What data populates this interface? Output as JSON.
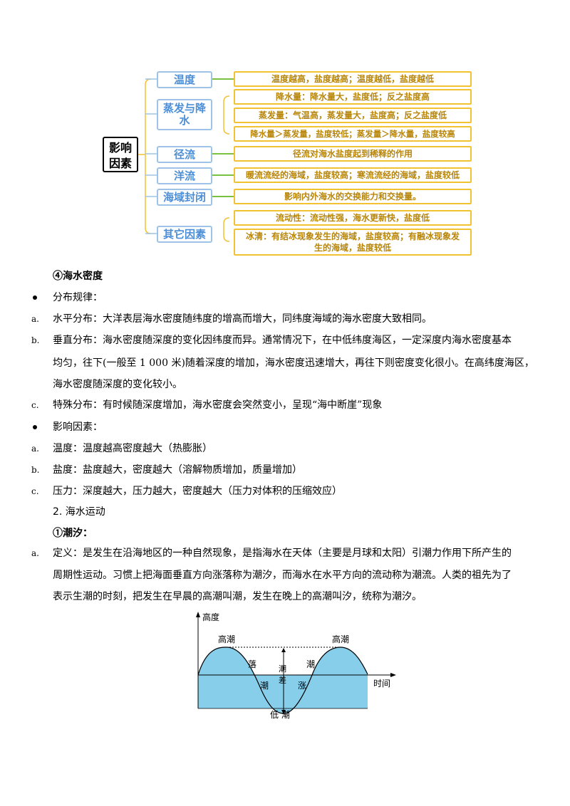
{
  "mindmap": {
    "root": "影响\n因素",
    "categories": [
      {
        "label": "温度"
      },
      {
        "label": "蒸发与降\n水"
      },
      {
        "label": "径流"
      },
      {
        "label": "洋流"
      },
      {
        "label": "海域封闭"
      },
      {
        "label": "其它因素"
      }
    ],
    "leaves": [
      "温度越高，盐度越高；温度越低，盐度越低",
      "降水量：降水量大，盐度低；反之盐度高",
      "蒸发量：气温高，蒸发量大，盐度高；反之盐度低",
      "降水量＞蒸发量，盐度较低；蒸发量＞降水量，盐度较高",
      "径流对海水盐度起到稀释的作用",
      "暖流流经的海域，盐度较高；寒流流经的海域，盐度较低",
      "影响内外海水的交换能力和交换量。",
      "流动性：流动性强，海水更新快，盐度低",
      "冰清：有结冰现象发生的海域，盐度较高；有融冰现象发\n生的海域，盐度较低"
    ]
  },
  "section_density": {
    "heading": "④海水密度",
    "dist_title": "分布规律：",
    "a_marker": "a.",
    "a_text": "水平分布：大洋表层海水密度随纬度的增高而增大，同纬度海域的海水密度大致相同。",
    "b_marker": "b.",
    "b_line1": "垂直分布：海水密度随深度的变化因纬度而异。通常情况下，在中低纬度海区，一定深度内海水密度基本",
    "b_line2": "均匀，往下(一般至 1 000 米)随着深度的增加，海水密度迅速增大，再往下则密度变化很小。在高纬度海区，",
    "b_line3": "海水密度随深度的变化较小。",
    "c_marker": "c.",
    "c_text": "特殊分布：有时候随深度增加，海水密度会突然变小，呈现“海中断崖”现象",
    "factor_title": "影响因素：",
    "fa_marker": "a.",
    "fa_text": "温度：温度越高密度越大（热膨胀）",
    "fb_marker": "b.",
    "fb_text": "盐度：盐度越大，密度越大（溶解物质增加，质量增加）",
    "fc_marker": "c.",
    "fc_text": "压力：深度越大，压力越大，密度越大（压力对体积的压缩效应）"
  },
  "section_motion": {
    "heading": "2. 海水运动",
    "subheading": "①潮汐：",
    "a_marker": "a.",
    "a_line1": "定义：是发生在沿海地区的一种自然现象，是指海水在天体（主要是月球和太阳）引潮力作用下所产生的",
    "a_line2": "周期性运动。习惯上把海面垂直方向涨落称为潮汐，而海水在水平方向的流动称为潮流。人类的祖先为了",
    "a_line3": "表示生潮的时刻，把发生在早晨的高潮叫潮，发生在晚上的高潮叫汐，统称为潮汐。"
  },
  "tide_figure": {
    "y_axis": "高度",
    "x_axis": "时间",
    "high_left": "高潮",
    "high_right": "高潮",
    "low": "低  潮",
    "falling_1": "落",
    "falling_2": "潮",
    "range_1": "潮",
    "range_2": "差",
    "rising_1": "涨",
    "rising_2": "潮",
    "colors": {
      "water": "#87ceeb",
      "stroke": "#000000"
    }
  }
}
